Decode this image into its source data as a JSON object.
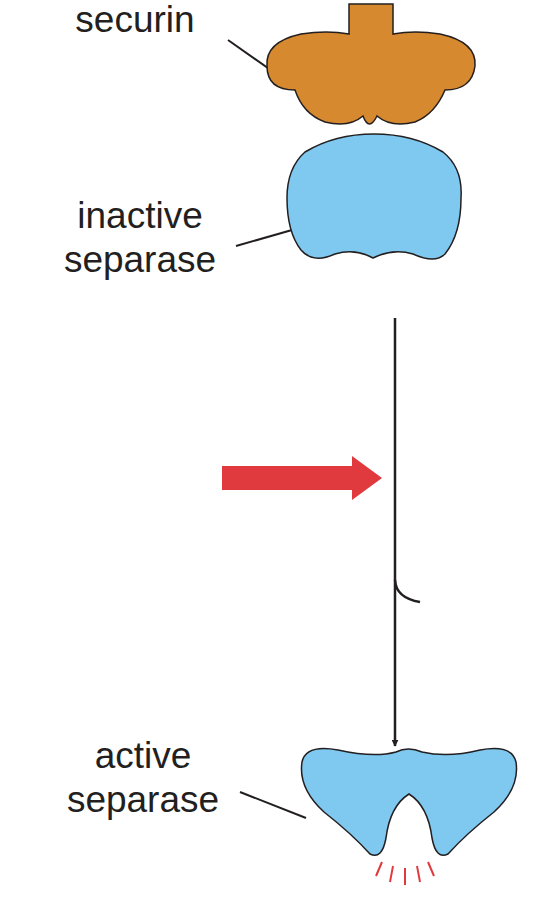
{
  "diagram": {
    "nodes": [
      {
        "text": [
          "securin"
        ]
      },
      {
        "text": [
          "inactive separase"
        ]
      },
      {
        "text": [
          "active separase"
        ]
      }
    ],
    "edges": [
      {
        "from": 1,
        "to": 2,
        "arrow": "to"
      }
    ]
  }
}
